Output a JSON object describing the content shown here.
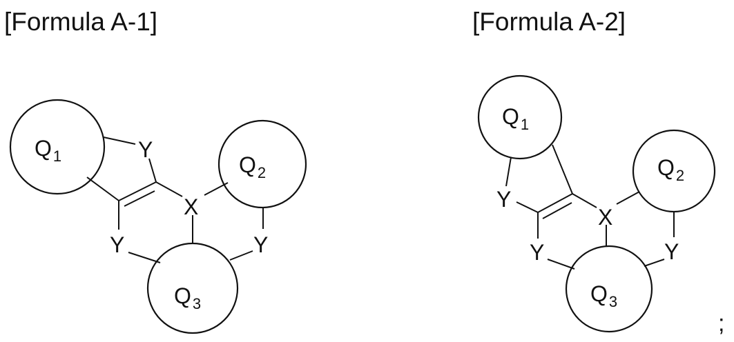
{
  "formula_a1": {
    "title": "[Formula A-1]",
    "ring1": {
      "letter": "Q",
      "sub": "1"
    },
    "ring2": {
      "letter": "Q",
      "sub": "2"
    },
    "ring3": {
      "letter": "Q",
      "sub": "3"
    },
    "atom_y_top": "Y",
    "atom_x": "X",
    "atom_y_left": "Y",
    "atom_y_right": "Y"
  },
  "formula_a2": {
    "title": "[Formula A-2]",
    "ring1": {
      "letter": "Q",
      "sub": "1"
    },
    "ring2": {
      "letter": "Q",
      "sub": "2"
    },
    "ring3": {
      "letter": "Q",
      "sub": "3"
    },
    "atom_y_upper": "Y",
    "atom_x": "X",
    "atom_y_left": "Y",
    "atom_y_right": "Y"
  },
  "trailing_punct": ";"
}
